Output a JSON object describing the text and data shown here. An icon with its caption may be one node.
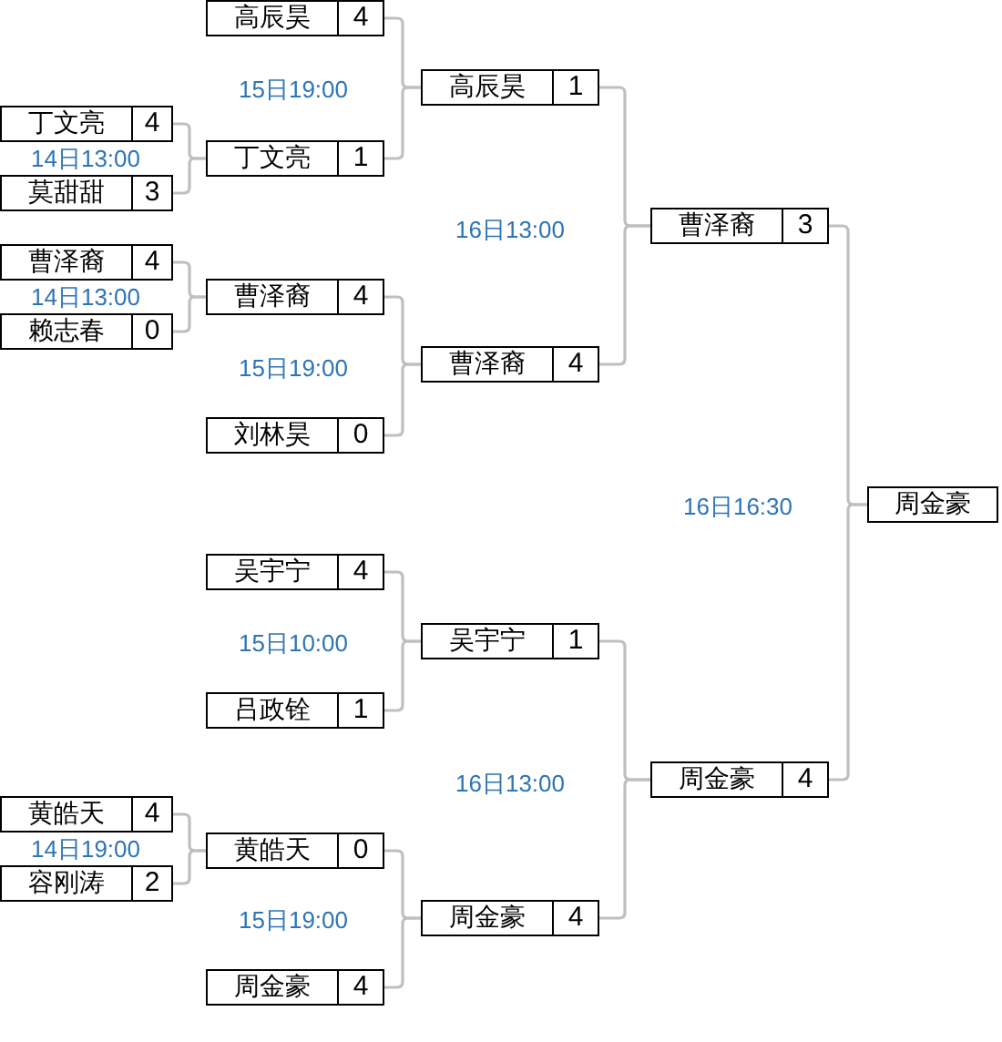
{
  "diagram": {
    "nodes": [
      {
        "text": [
          "丁文亮",
          "4"
        ]
      },
      {
        "text": [
          "莫甜甜",
          "3"
        ]
      },
      {
        "text": [
          "曹泽裔",
          "4"
        ]
      },
      {
        "text": [
          "赖志春",
          "0"
        ]
      },
      {
        "text": [
          "黄皓天",
          "4"
        ]
      },
      {
        "text": [
          "容刚涛",
          "2"
        ]
      },
      {
        "text": [
          "高辰昊",
          "4"
        ]
      },
      {
        "text": [
          "丁文亮",
          "1"
        ]
      },
      {
        "text": [
          "曹泽裔",
          "4"
        ]
      },
      {
        "text": [
          "刘林昊",
          "0"
        ]
      },
      {
        "text": [
          "吴宇宁",
          "4"
        ]
      },
      {
        "text": [
          "吕政铨",
          "1"
        ]
      },
      {
        "text": [
          "黄皓天",
          "0"
        ]
      },
      {
        "text": [
          "周金豪",
          "4"
        ]
      },
      {
        "text": [
          "高辰昊",
          "1"
        ]
      },
      {
        "text": [
          "曹泽裔",
          "4"
        ]
      },
      {
        "text": [
          "吴宇宁",
          "1"
        ]
      },
      {
        "text": [
          "周金豪",
          "4"
        ]
      },
      {
        "text": [
          "曹泽裔",
          "3"
        ]
      },
      {
        "text": [
          "周金豪",
          "4"
        ]
      },
      {
        "text": [
          "周金豪"
        ]
      }
    ],
    "edges": [
      {
        "from": 0,
        "to": 7,
        "arrow": "none"
      },
      {
        "from": 1,
        "to": 7,
        "arrow": "none"
      },
      {
        "from": 2,
        "to": 8,
        "arrow": "none"
      },
      {
        "from": 3,
        "to": 8,
        "arrow": "none"
      },
      {
        "from": 4,
        "to": 12,
        "arrow": "none"
      },
      {
        "from": 5,
        "to": 12,
        "arrow": "none"
      },
      {
        "from": 6,
        "to": 14,
        "arrow": "none"
      },
      {
        "from": 7,
        "to": 14,
        "arrow": "none"
      },
      {
        "from": 8,
        "to": 15,
        "arrow": "none"
      },
      {
        "from": 9,
        "to": 15,
        "arrow": "none"
      },
      {
        "from": 10,
        "to": 16,
        "arrow": "none"
      },
      {
        "from": 11,
        "to": 16,
        "arrow": "none"
      },
      {
        "from": 12,
        "to": 17,
        "arrow": "none"
      },
      {
        "from": 13,
        "to": 17,
        "arrow": "none"
      },
      {
        "from": 14,
        "to": 18,
        "arrow": "none"
      },
      {
        "from": 15,
        "to": 18,
        "arrow": "none"
      },
      {
        "from": 16,
        "to": 19,
        "arrow": "none"
      },
      {
        "from": 17,
        "to": 19,
        "arrow": "none"
      },
      {
        "from": 18,
        "to": 20,
        "arrow": "none"
      },
      {
        "from": 19,
        "to": 20,
        "arrow": "none"
      }
    ],
    "labels": [
      "15日19:00",
      "14日13:00",
      "16日13:00",
      "14日13:00",
      "15日19:00",
      "16日16:30",
      "15日10:00",
      "16日13:00",
      "14日19:00",
      "15日19:00"
    ]
  }
}
